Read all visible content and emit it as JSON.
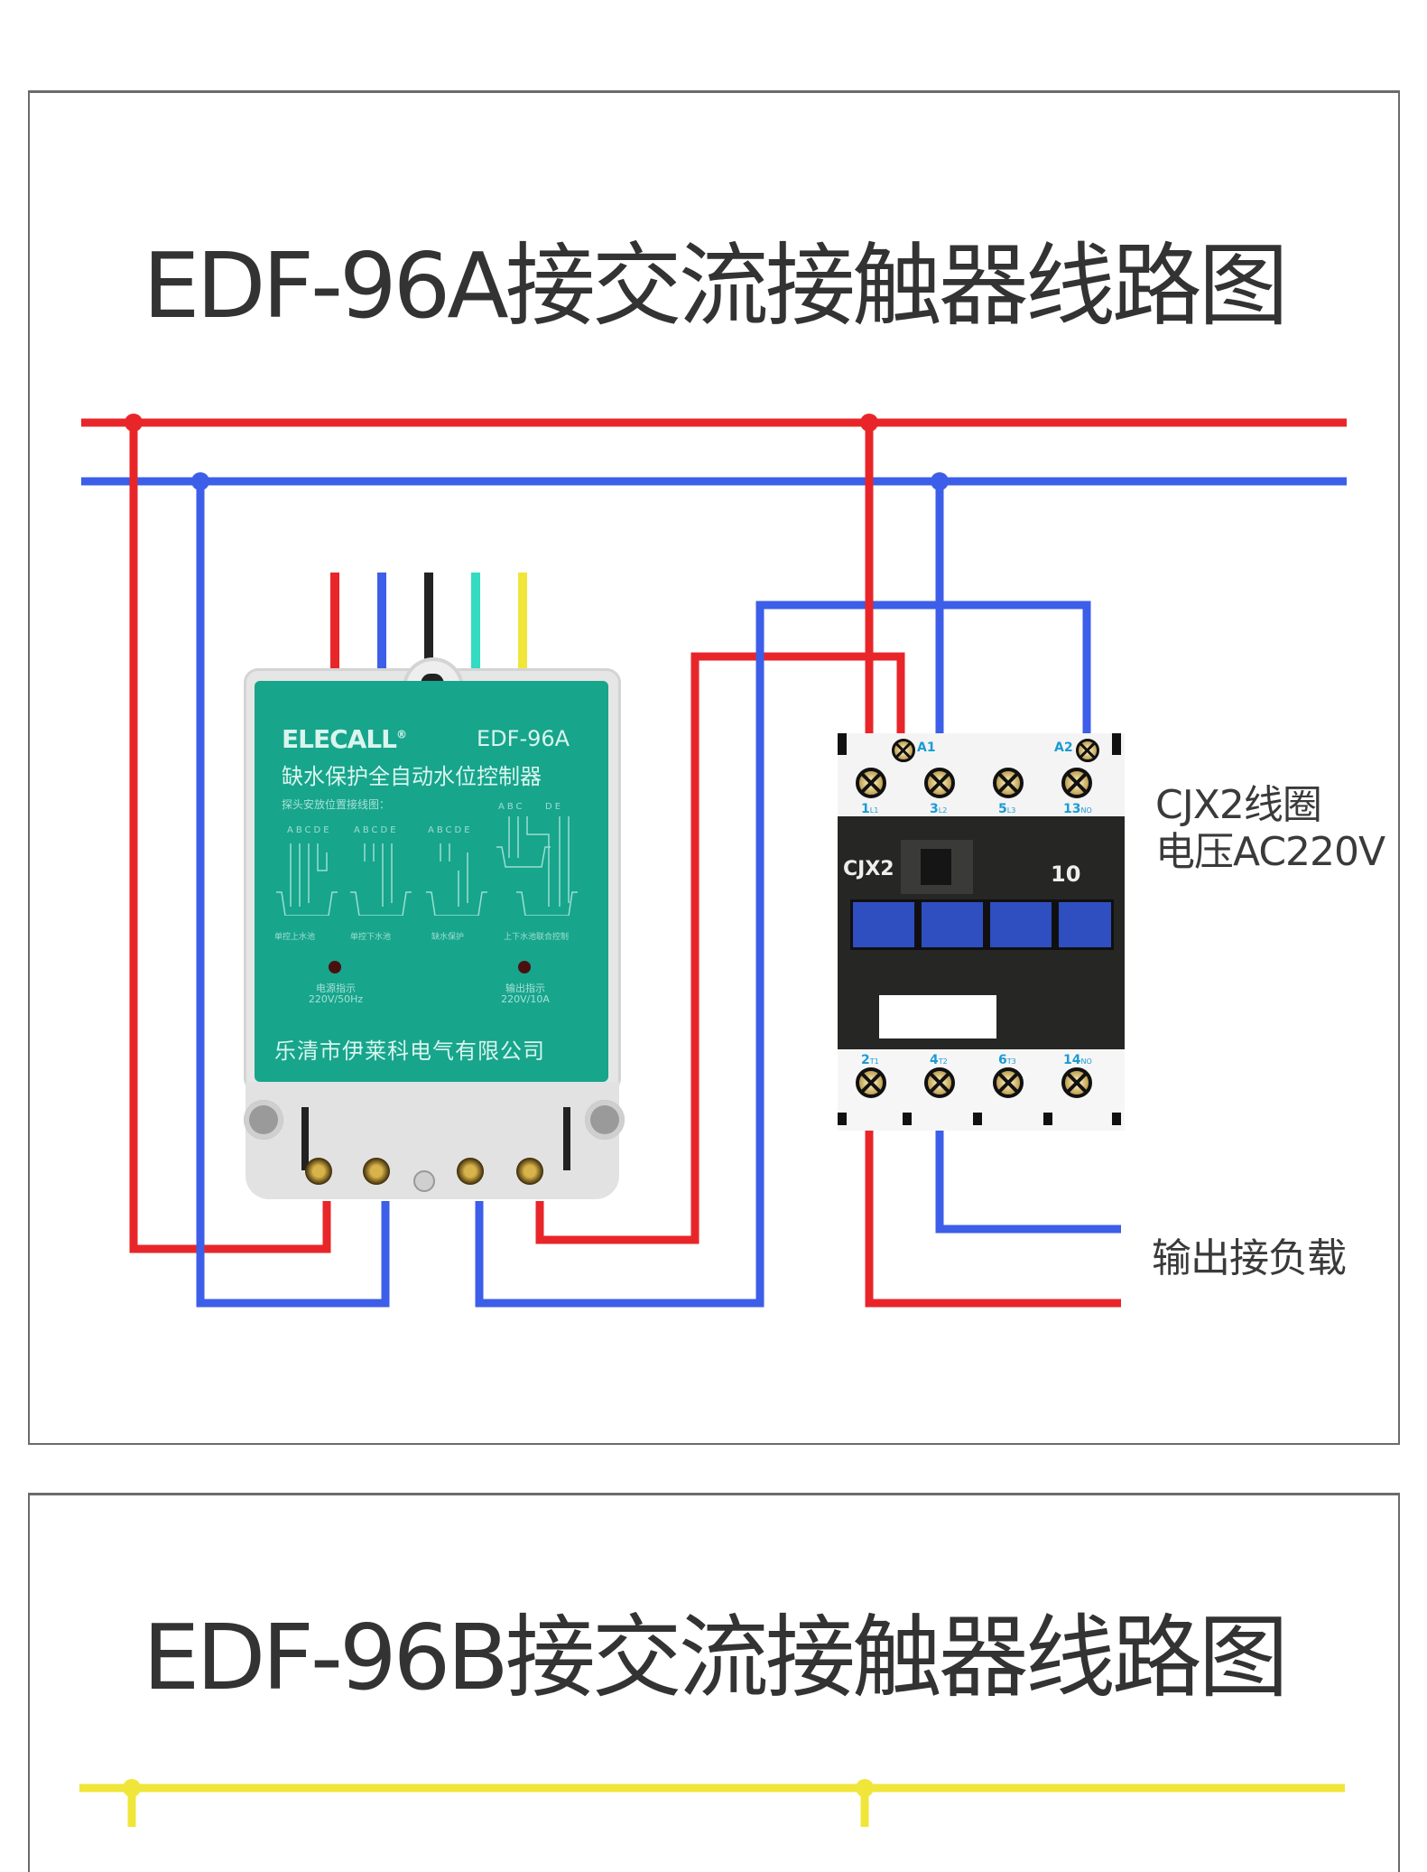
{
  "colors": {
    "live_wire": "#e8262a",
    "neutral_wire": "#3c5ee8",
    "black_wire": "#222222",
    "cyan_wire": "#33dcc0",
    "yellow_wire": "#f0e63a",
    "controller_face": "#17a58c",
    "title_text": "#333333"
  },
  "diagram_a": {
    "title": "EDF-96A接交流接触器线路图",
    "controller": {
      "brand": "ELECALL",
      "brand_mark": "®",
      "model": "EDF-96A",
      "product_name": "缺水保护全自动水位控制器",
      "probe_heading": "探头安放位置接线图：",
      "probe_letters": [
        "ABCDE",
        "ABCDE",
        "ABCDE",
        "ABC",
        "DE"
      ],
      "modes": [
        "单控上水池",
        "单控下水池",
        "缺水保护",
        "上下水池联合控制"
      ],
      "power_indicator": {
        "label": "电源指示",
        "rating": "220V/50Hz"
      },
      "output_indicator": {
        "label": "输出指示",
        "rating": "220V/10A"
      },
      "manufacturer": "乐清市伊莱科电气有限公司",
      "probe_wire_colors": [
        "red",
        "blue",
        "black",
        "cyan",
        "yellow"
      ]
    },
    "contactor": {
      "model": "CJX2",
      "rating": "10",
      "coil_terminals": [
        {
          "label": "A1"
        },
        {
          "label": "A2"
        }
      ],
      "top_terminals": [
        {
          "num": "1",
          "sub": "L1"
        },
        {
          "num": "3",
          "sub": "L2"
        },
        {
          "num": "5",
          "sub": "L3"
        },
        {
          "num": "13",
          "sub": "NO"
        }
      ],
      "bottom_terminals": [
        {
          "num": "2",
          "sub": "T1"
        },
        {
          "num": "4",
          "sub": "T2"
        },
        {
          "num": "6",
          "sub": "T3"
        },
        {
          "num": "14",
          "sub": "NO"
        }
      ]
    },
    "coil_note_line1": "CJX2线圈",
    "coil_note_line2": "电压AC220V",
    "output_note": "输出接负载"
  },
  "diagram_b": {
    "title": "EDF-96B接交流接触器线路图"
  }
}
